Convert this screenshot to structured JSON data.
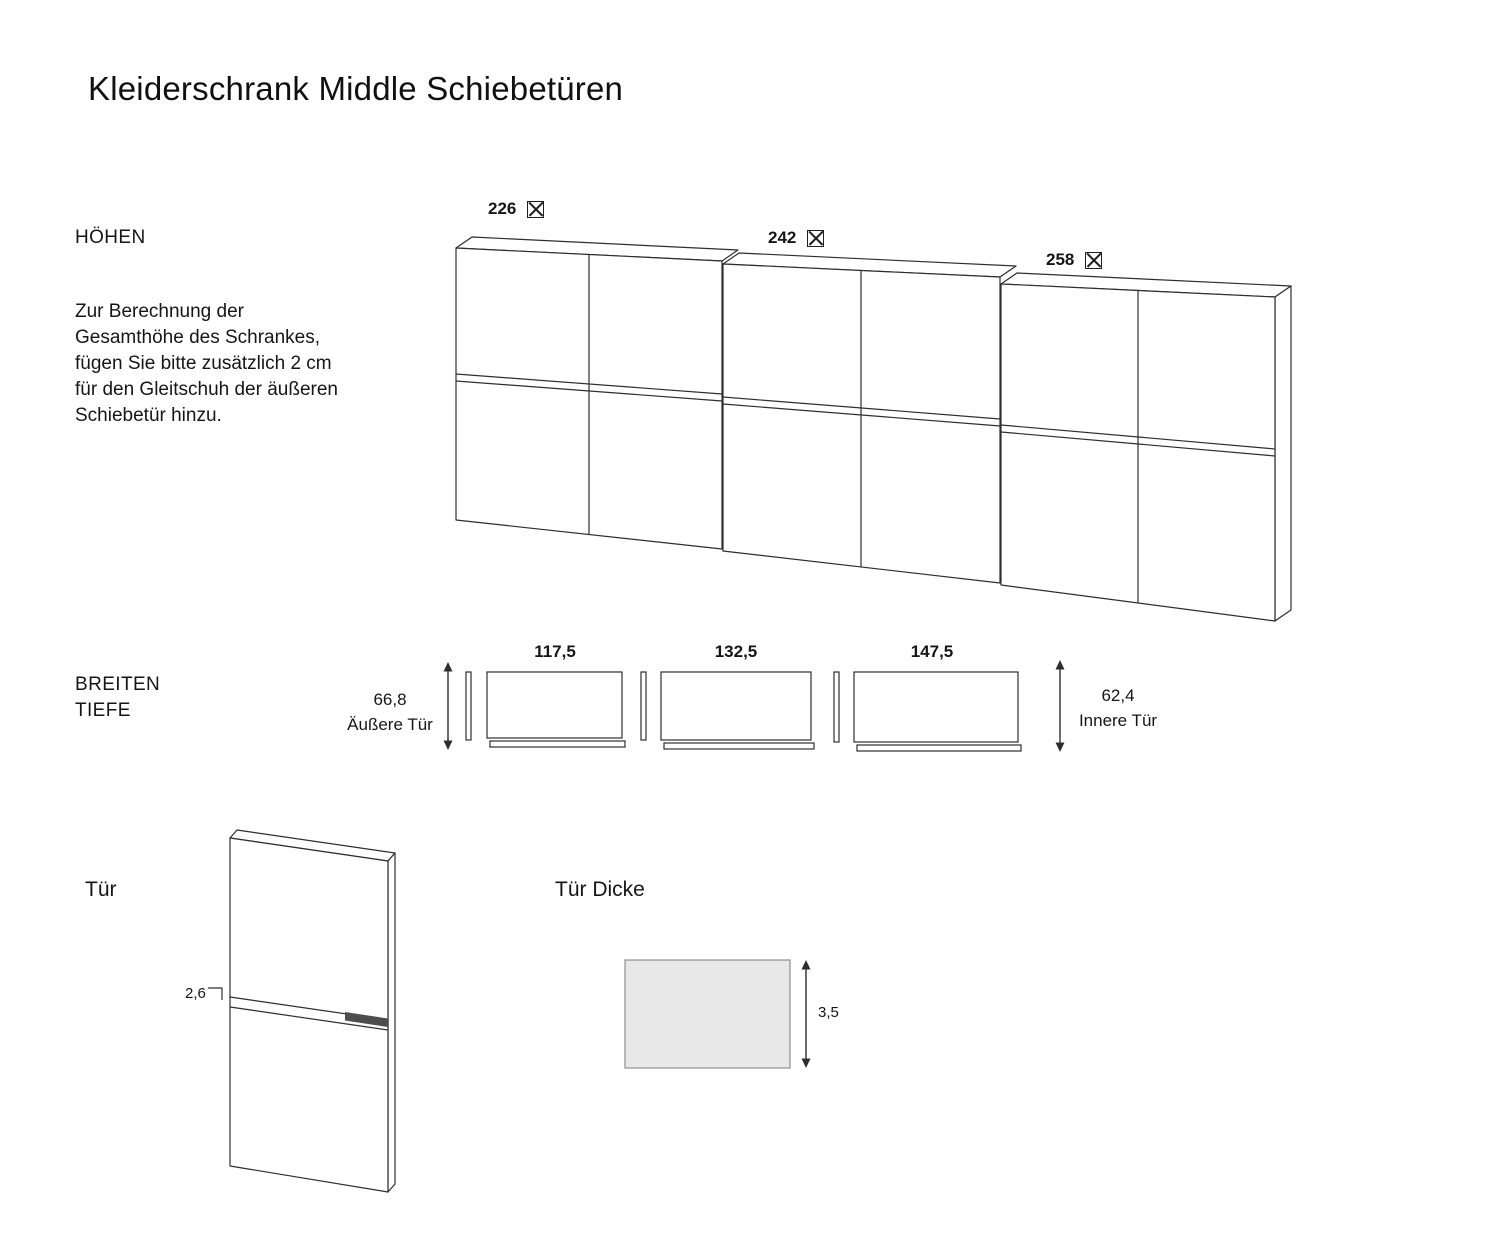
{
  "title": "Kleiderschrank Middle Schiebetüren",
  "hoehen": {
    "label": "HÖHEN",
    "note_lines": [
      "Zur Berechnung der",
      "Gesamthöhe des Schrankes,",
      "fügen Sie bitte zusätzlich 2 cm",
      "für den Gleitschuh der äußeren",
      "Schiebetür hinzu."
    ],
    "heights": [
      "226",
      "242",
      "258"
    ]
  },
  "breiten": {
    "label1": "BREITEN",
    "label2": "TIEFE",
    "widths": [
      "117,5",
      "132,5",
      "147,5"
    ],
    "outer": {
      "value": "66,8",
      "label": "Äußere Tür"
    },
    "inner": {
      "value": "62,4",
      "label": "Innere Tür"
    }
  },
  "tuer": {
    "label": "Tür",
    "strip": "2,6"
  },
  "dicke": {
    "label": "Tür Dicke",
    "value": "3,5"
  }
}
